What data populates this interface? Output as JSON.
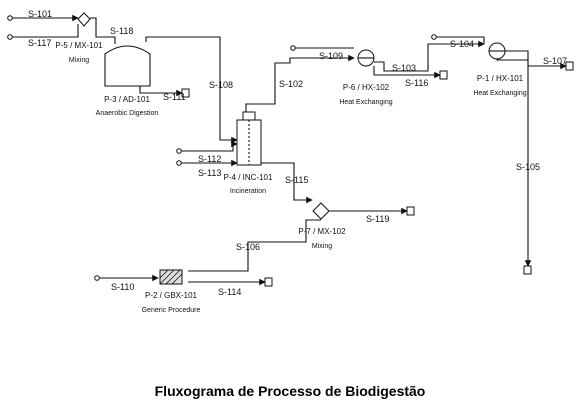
{
  "caption": "Fluxograma de Processo de Biodigestão",
  "streams": {
    "s101": "S-101",
    "s117": "S-117",
    "s118": "S-118",
    "s111": "S-111",
    "s108": "S-108",
    "s109": "S-109",
    "s102": "S-102",
    "s103": "S-103",
    "s116": "S-116",
    "s104": "S-104",
    "s107": "S-107",
    "s105": "S-105",
    "s112": "S-112",
    "s113": "S-113",
    "s115": "S-115",
    "s119": "S-119",
    "s106": "S-106",
    "s110": "S-110",
    "s114": "S-114"
  },
  "units": {
    "p5": {
      "tag": "P-5 / MX-101",
      "desc": "Mixing"
    },
    "p3": {
      "tag": "P-3 / AD-101",
      "desc": "Anaerobic Digestion"
    },
    "p6": {
      "tag": "P-6 / HX-102",
      "desc": "Heat Exchanging"
    },
    "p1": {
      "tag": "P-1 / HX-101",
      "desc": "Heat Exchanging"
    },
    "p4": {
      "tag": "P-4 / INC-101",
      "desc": "Incineration"
    },
    "p7": {
      "tag": "P-7 / MX-102",
      "desc": "Mixing"
    },
    "p2": {
      "tag": "P-2 / GBX-101",
      "desc": "Generic Procedure"
    }
  }
}
